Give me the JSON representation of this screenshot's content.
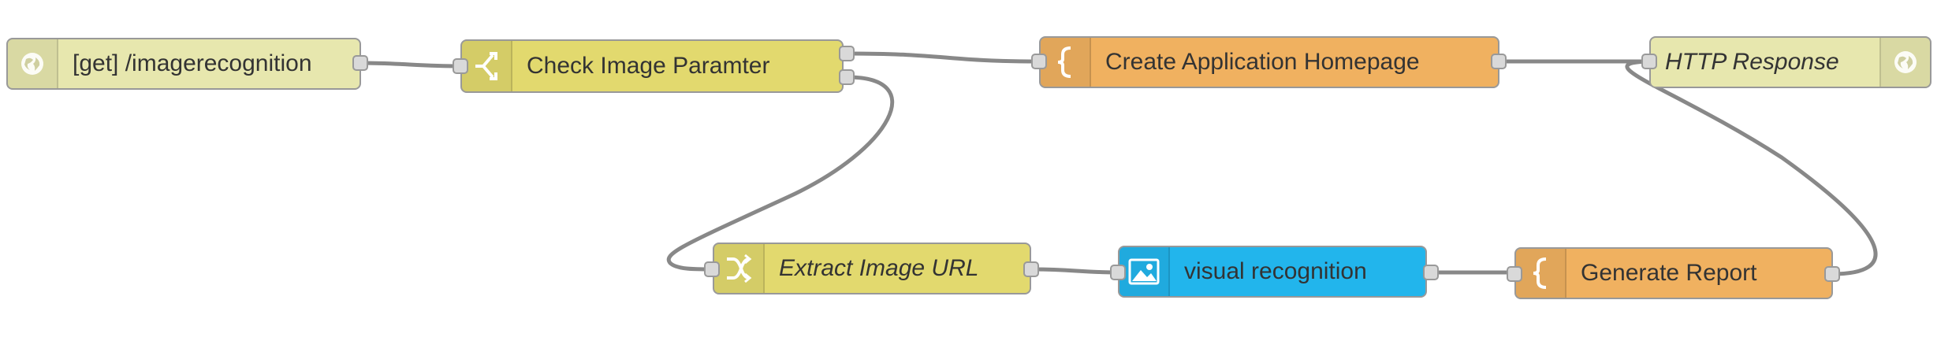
{
  "colors": {
    "http_node": "#e7e7ae",
    "switch_node": "#e2d96e",
    "template_node": "#f0b160",
    "change_node": "#e2d96e",
    "visual_node": "#22b5ec",
    "wire": "#888888",
    "port": "#d9d9d9"
  },
  "nodes": {
    "http_in": {
      "label": "[get] /imagerecognition",
      "icon": "globe-icon"
    },
    "switch": {
      "label": "Check Image Paramter",
      "icon": "switch-icon"
    },
    "template_home": {
      "label": "Create Application Homepage",
      "icon": "brace-icon"
    },
    "http_response": {
      "label": "HTTP Response",
      "icon": "globe-icon"
    },
    "change": {
      "label": "Extract Image URL",
      "icon": "shuffle-icon"
    },
    "visual": {
      "label": "visual recognition",
      "icon": "image-icon"
    },
    "template_report": {
      "label": "Generate Report",
      "icon": "brace-icon"
    }
  }
}
